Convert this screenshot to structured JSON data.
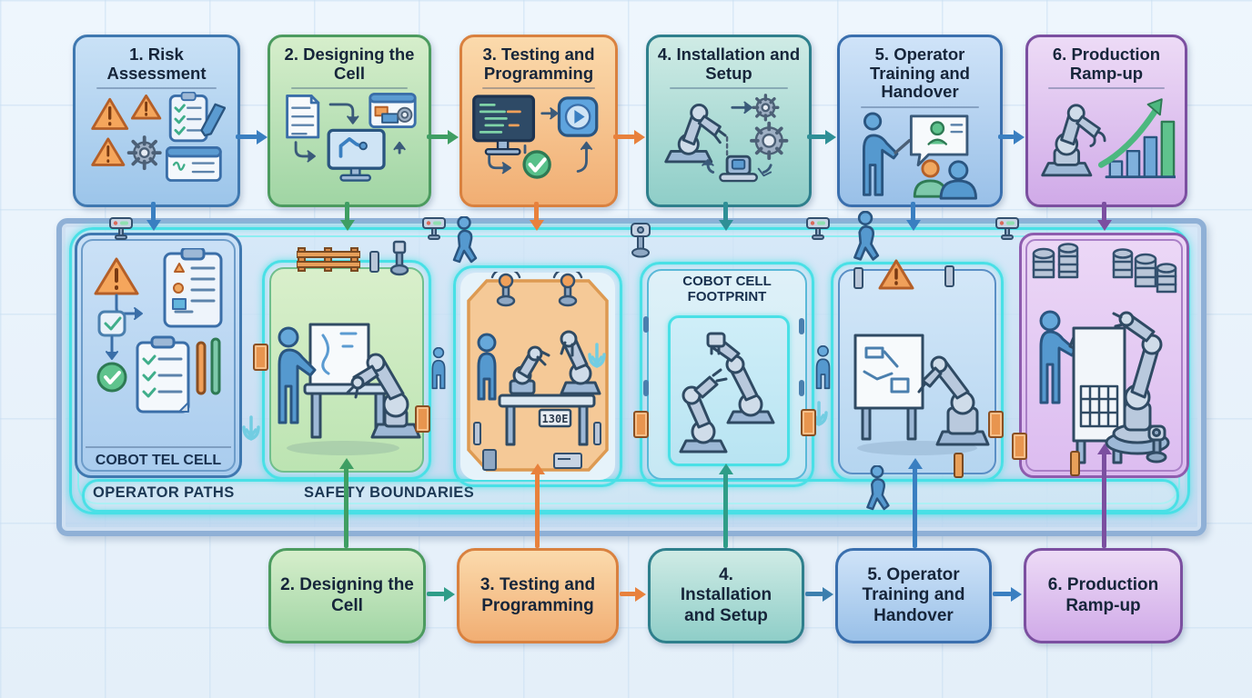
{
  "stages_top": [
    {
      "title": "1. Risk Assessment"
    },
    {
      "title": "2. Designing the Cell"
    },
    {
      "title": "3. Testing and Programming"
    },
    {
      "title": "4. Installation and Setup"
    },
    {
      "title": "5. Operator Training and Handover"
    },
    {
      "title": "6. Production Ramp-up"
    }
  ],
  "stages_bottom": [
    {
      "title": "2. Designing the Cell"
    },
    {
      "title": "3. Testing and Programming"
    },
    {
      "title": "4. Installation and Setup"
    },
    {
      "title": "5. Operator Training and Handover"
    },
    {
      "title": "6. Production Ramp-up"
    }
  ],
  "floor": {
    "risk_cell_label": "COBOT TEL CELL",
    "footprint_label": "COBOT CELL FOOTPRINT",
    "operator_paths_label": "OPERATOR PATHS",
    "safety_boundaries_label": "SAFETY BOUNDARIES",
    "hmi_display_readout": "130E"
  },
  "icons": {
    "stage1": [
      "warning-triangle-icon",
      "checklist-clipboard-icon",
      "gear-icon",
      "risk-report-icon"
    ],
    "stage2": [
      "document-icon",
      "cad-monitor-icon",
      "settings-window-icon",
      "cycle-arrow-icon"
    ],
    "stage3": [
      "code-monitor-icon",
      "run-app-icon",
      "check-circle-icon",
      "cycle-arrow-icon"
    ],
    "stage4": [
      "robot-arm-icon",
      "gear-icon",
      "robot-controller-icon"
    ],
    "stage5": [
      "trainer-icon",
      "speech-bubble-icon",
      "trainees-icon"
    ],
    "stage6": [
      "robot-arm-icon",
      "growth-bars-icon",
      "growth-arrow-icon"
    ],
    "floor": [
      "safety-sensor-icon",
      "walking-person-icon",
      "standing-person-icon",
      "safety-beacon-icon",
      "fence-icon",
      "door-icon",
      "warning-triangle-icon",
      "parts-stack-icon",
      "crossing-marker-icon",
      "robot-arm-icon",
      "workbench-icon",
      "whiteboard-icon"
    ]
  },
  "colors": {
    "stage1_fill": "#c9e1f6",
    "stage1_border": "#3f78b0",
    "stage2_fill": "#d6eecb",
    "stage2_border": "#4c9b5f",
    "stage3_fill": "#fbdaac",
    "stage3_border": "#d9813f",
    "stage4_fill": "#cfebe5",
    "stage4_border": "#2e7f8c",
    "stage5_fill": "#cfe3f8",
    "stage5_border": "#3a6fae",
    "stage6_fill": "#eddbf6",
    "stage6_border": "#7b4fa0",
    "arrow_blue": "#3a7fc1",
    "arrow_green": "#3f9e63",
    "arrow_orange": "#e8813c",
    "arrow_teal": "#2e8f96",
    "arrow_purple": "#7b4fa0",
    "safety_boundary": "#49e0e6",
    "wall": "#8fb0d6"
  }
}
